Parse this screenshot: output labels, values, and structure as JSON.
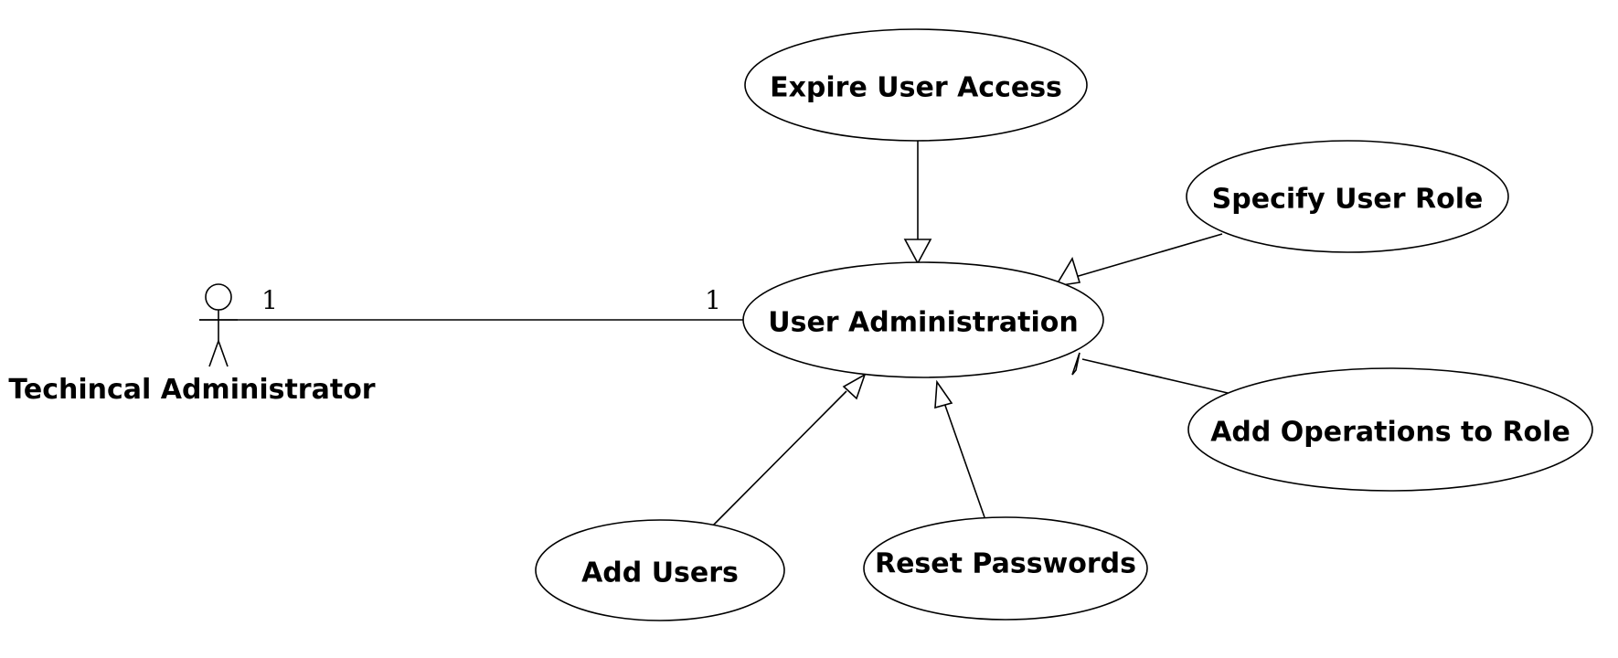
{
  "actor": {
    "name": "Techincal Administrator"
  },
  "association": {
    "actor_multiplicity": "1",
    "usecase_multiplicity": "1"
  },
  "use_cases": {
    "user_administration": "User Administration",
    "expire_user_access": "Expire User Access",
    "specify_user_role": "Specify User Role",
    "add_operations_to_role": "Add Operations to Role",
    "add_users": "Add Users",
    "reset_passwords": "Reset Passwords"
  },
  "relationships": [
    {
      "from": "Expire User Access",
      "to": "User Administration",
      "kind": "generalization"
    },
    {
      "from": "Specify User Role",
      "to": "User Administration",
      "kind": "generalization"
    },
    {
      "from": "Add Operations to Role",
      "to": "User Administration",
      "kind": "generalization"
    },
    {
      "from": "Add Users",
      "to": "User Administration",
      "kind": "generalization"
    },
    {
      "from": "Reset Passwords",
      "to": "User Administration",
      "kind": "generalization"
    }
  ]
}
